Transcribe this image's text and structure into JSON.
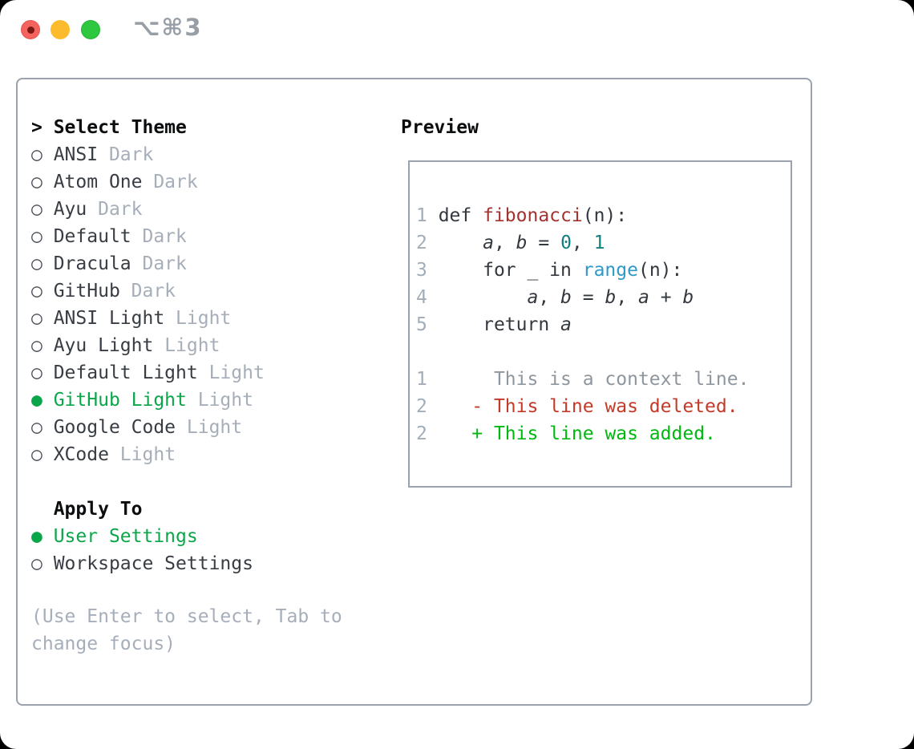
{
  "window": {
    "title": "⌥⌘3",
    "traffic_lights": [
      {
        "name": "close",
        "color": "#f4635d"
      },
      {
        "name": "minimize",
        "color": "#fcbb2d"
      },
      {
        "name": "zoom",
        "color": "#2ec840"
      }
    ]
  },
  "icons": {
    "radio_unselected": "○",
    "radio_selected": "●",
    "focus_marker": ">"
  },
  "theme_picker": {
    "header": "Select Theme",
    "header_marker": ">",
    "themes": [
      {
        "name": "ANSI",
        "variant": "Dark",
        "selected": false
      },
      {
        "name": "Atom One",
        "variant": "Dark",
        "selected": false
      },
      {
        "name": "Ayu",
        "variant": "Dark",
        "selected": false
      },
      {
        "name": "Default",
        "variant": "Dark",
        "selected": false
      },
      {
        "name": "Dracula",
        "variant": "Dark",
        "selected": false
      },
      {
        "name": "GitHub",
        "variant": "Dark",
        "selected": false
      },
      {
        "name": "ANSI Light",
        "variant": "Light",
        "selected": false
      },
      {
        "name": "Ayu Light",
        "variant": "Light",
        "selected": false
      },
      {
        "name": "Default Light",
        "variant": "Light",
        "selected": false
      },
      {
        "name": "GitHub Light",
        "variant": "Light",
        "selected": true
      },
      {
        "name": "Google Code",
        "variant": "Light",
        "selected": false
      },
      {
        "name": "XCode",
        "variant": "Light",
        "selected": false
      }
    ],
    "apply_to": {
      "header": "Apply To",
      "options": [
        {
          "label": "User Settings",
          "selected": true
        },
        {
          "label": "Workspace Settings",
          "selected": false
        }
      ]
    },
    "hint": "(Use Enter to select, Tab to change focus)"
  },
  "preview": {
    "header": "Preview",
    "lines": [
      {
        "kind": "code",
        "num": "1",
        "tokens": [
          {
            "t": "def ",
            "c": "code"
          },
          {
            "t": "fibonacci",
            "c": "func"
          },
          {
            "t": "(n):",
            "c": "code"
          }
        ]
      },
      {
        "kind": "code",
        "num": "2",
        "tokens": [
          {
            "t": "    ",
            "c": "code"
          },
          {
            "t": "a",
            "c": "var"
          },
          {
            "t": ", ",
            "c": "code"
          },
          {
            "t": "b",
            "c": "var"
          },
          {
            "t": " = ",
            "c": "code"
          },
          {
            "t": "0",
            "c": "num"
          },
          {
            "t": ", ",
            "c": "code"
          },
          {
            "t": "1",
            "c": "num"
          }
        ]
      },
      {
        "kind": "code",
        "num": "3",
        "tokens": [
          {
            "t": "    for _ in ",
            "c": "code"
          },
          {
            "t": "range",
            "c": "call"
          },
          {
            "t": "(n):",
            "c": "code"
          }
        ]
      },
      {
        "kind": "code",
        "num": "4",
        "tokens": [
          {
            "t": "        ",
            "c": "code"
          },
          {
            "t": "a",
            "c": "var"
          },
          {
            "t": ", ",
            "c": "code"
          },
          {
            "t": "b",
            "c": "var"
          },
          {
            "t": " = ",
            "c": "code"
          },
          {
            "t": "b",
            "c": "var"
          },
          {
            "t": ", ",
            "c": "code"
          },
          {
            "t": "a",
            "c": "var"
          },
          {
            "t": " + ",
            "c": "code"
          },
          {
            "t": "b",
            "c": "var"
          }
        ]
      },
      {
        "kind": "code",
        "num": "5",
        "tokens": [
          {
            "t": "    return ",
            "c": "code"
          },
          {
            "t": "a",
            "c": "var"
          }
        ]
      },
      {
        "kind": "blank",
        "num": "",
        "tokens": []
      },
      {
        "kind": "context",
        "num": "1",
        "tokens": [
          {
            "t": "     This is a context line.",
            "c": "ctx"
          }
        ]
      },
      {
        "kind": "deleted",
        "num": "2",
        "tokens": [
          {
            "t": "   - This line was deleted.",
            "c": "del"
          }
        ]
      },
      {
        "kind": "added",
        "num": "2",
        "tokens": [
          {
            "t": "   + This line was added.",
            "c": "add"
          }
        ]
      }
    ]
  },
  "colors": {
    "selected_green": "#0ca64a",
    "added_green": "#00b80f",
    "deleted_red": "#c33b28",
    "context_gray": "#8e969e",
    "function_red": "#a3332e",
    "number_teal": "#0f7f80",
    "call_blue": "#2d9ac9",
    "text_dark": "#33383f",
    "muted_gray": "#a6aeb9",
    "line_number_gray": "#a3adb8",
    "border_gray": "#9aa2ad",
    "traffic_red": "#f4635d",
    "traffic_yellow": "#fcbb2d",
    "traffic_green": "#2ec840"
  }
}
